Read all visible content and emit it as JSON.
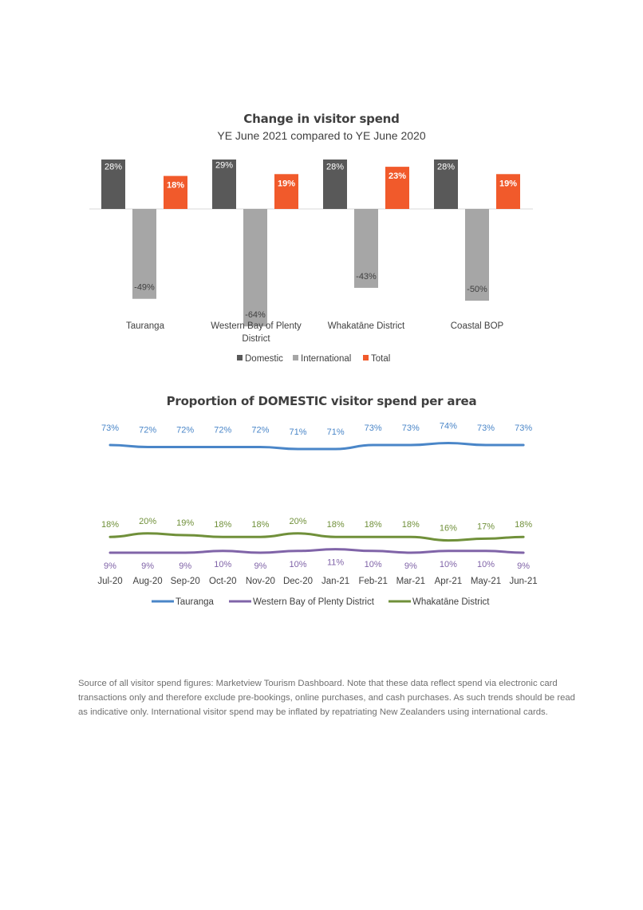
{
  "chart_data": [
    {
      "type": "bar",
      "title": "Change in visitor spend",
      "subtitle": "YE June 2021 compared to YE June 2020",
      "categories": [
        "Tauranga",
        "Western Bay of Plenty District",
        "Whakatāne District",
        "Coastal BOP"
      ],
      "series": [
        {
          "name": "Domestic",
          "color": "#595959",
          "values": [
            28,
            29,
            28,
            28
          ],
          "labels": [
            "28%",
            "29%",
            "28%",
            "28%"
          ]
        },
        {
          "name": "International",
          "color": "#a6a6a6",
          "values": [
            -49,
            -64,
            -43,
            -50
          ],
          "labels": [
            "-49%",
            "-64%",
            "-43%",
            "-50%"
          ]
        },
        {
          "name": "Total",
          "color": "#f15a2b",
          "values": [
            18,
            19,
            23,
            19
          ],
          "labels": [
            "18%",
            "19%",
            "23%",
            "19%"
          ]
        }
      ],
      "legend": "bottom",
      "grid": false
    },
    {
      "type": "line",
      "title": "Proportion of DOMESTIC visitor spend per area",
      "categories": [
        "Jul-20",
        "Aug-20",
        "Sep-20",
        "Oct-20",
        "Nov-20",
        "Dec-20",
        "Jan-21",
        "Feb-21",
        "Mar-21",
        "Apr-21",
        "May-21",
        "Jun-21"
      ],
      "series": [
        {
          "name": "Tauranga",
          "color": "#4a86c8",
          "values": [
            73,
            72,
            72,
            72,
            72,
            71,
            71,
            73,
            73,
            74,
            73,
            73
          ],
          "labels": [
            "73%",
            "72%",
            "72%",
            "72%",
            "72%",
            "71%",
            "71%",
            "73%",
            "73%",
            "74%",
            "73%",
            "73%"
          ]
        },
        {
          "name": "Western Bay of Plenty District",
          "color": "#8064a8",
          "values": [
            9,
            9,
            9,
            10,
            9,
            10,
            11,
            10,
            9,
            10,
            10,
            9
          ],
          "labels": [
            "9%",
            "9%",
            "9%",
            "10%",
            "9%",
            "10%",
            "11%",
            "10%",
            "9%",
            "10%",
            "10%",
            "9%"
          ]
        },
        {
          "name": "Whakatāne District",
          "color": "#70903a",
          "values": [
            18,
            20,
            19,
            18,
            18,
            20,
            18,
            18,
            18,
            16,
            17,
            18
          ],
          "labels": [
            "18%",
            "20%",
            "19%",
            "18%",
            "18%",
            "20%",
            "18%",
            "18%",
            "18%",
            "16%",
            "17%",
            "18%"
          ]
        }
      ],
      "legend": "bottom",
      "grid": false
    }
  ],
  "footnote": "Source of all visitor spend figures: Marketview Tourism Dashboard. Note that these data reflect spend via electronic card transactions only and therefore exclude pre-bookings, online purchases, and cash purchases. As such trends should be read as indicative only. International visitor spend may be inflated by repatriating New Zealanders using international cards."
}
